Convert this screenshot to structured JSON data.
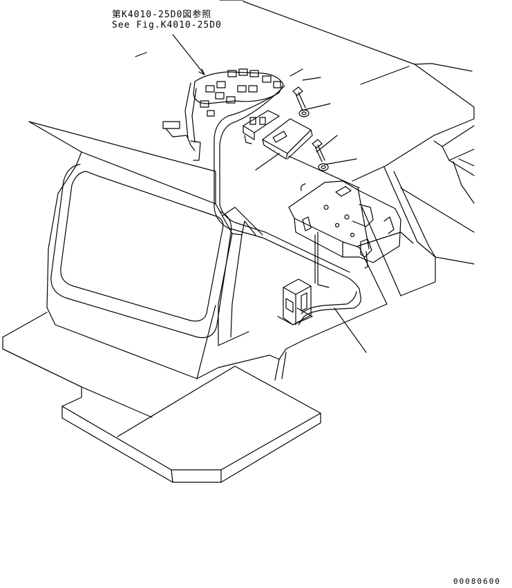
{
  "reference": {
    "japanese": "第K4010-25D0図参照",
    "english": "See Fig.K4010-25D0"
  },
  "drawing_number": "00080600",
  "colors": {
    "line": "#000000",
    "background": "#ffffff"
  }
}
